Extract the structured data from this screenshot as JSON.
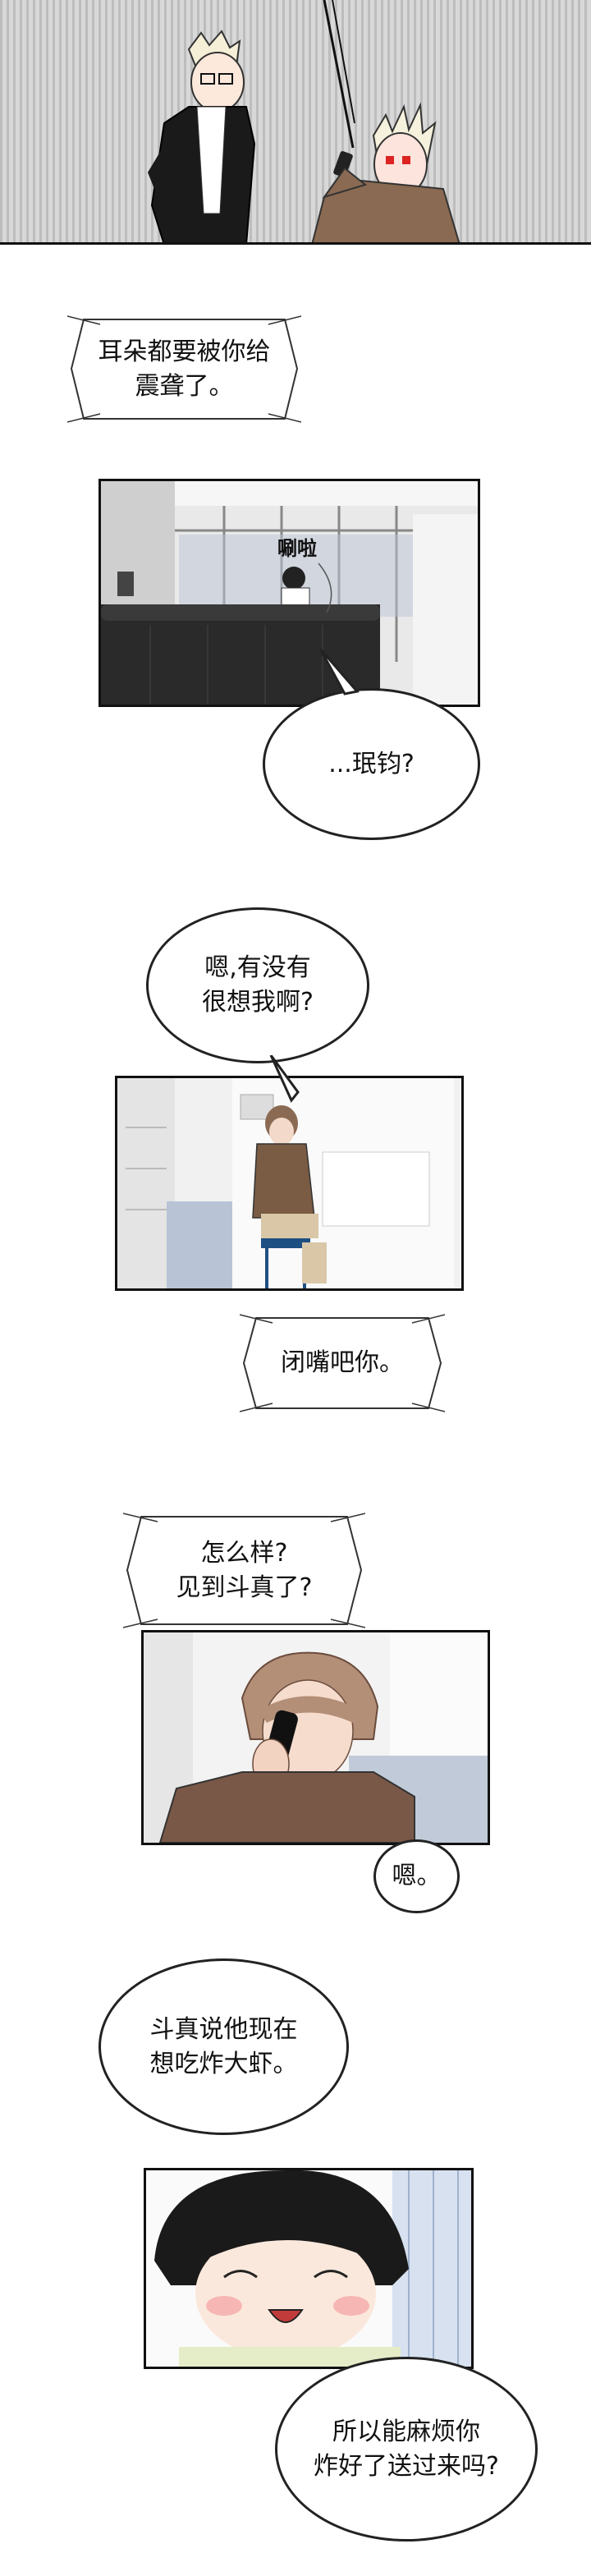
{
  "panels": {
    "p1": {
      "description_free": true
    },
    "p2": {
      "sfx": "唰啦"
    }
  },
  "bubbles": {
    "b1": "耳朵都要被你给\n震聋了。",
    "b2": "...珉钧?",
    "b3": "嗯,有没有\n很想我啊?",
    "b4": "闭嘴吧你。",
    "b5": "怎么样?\n见到斗真了?",
    "b6": "嗯。",
    "b7": "斗真说他现在\n想吃炸大虾。",
    "b8": "所以能麻烦你\n炸好了送过来吗?"
  }
}
